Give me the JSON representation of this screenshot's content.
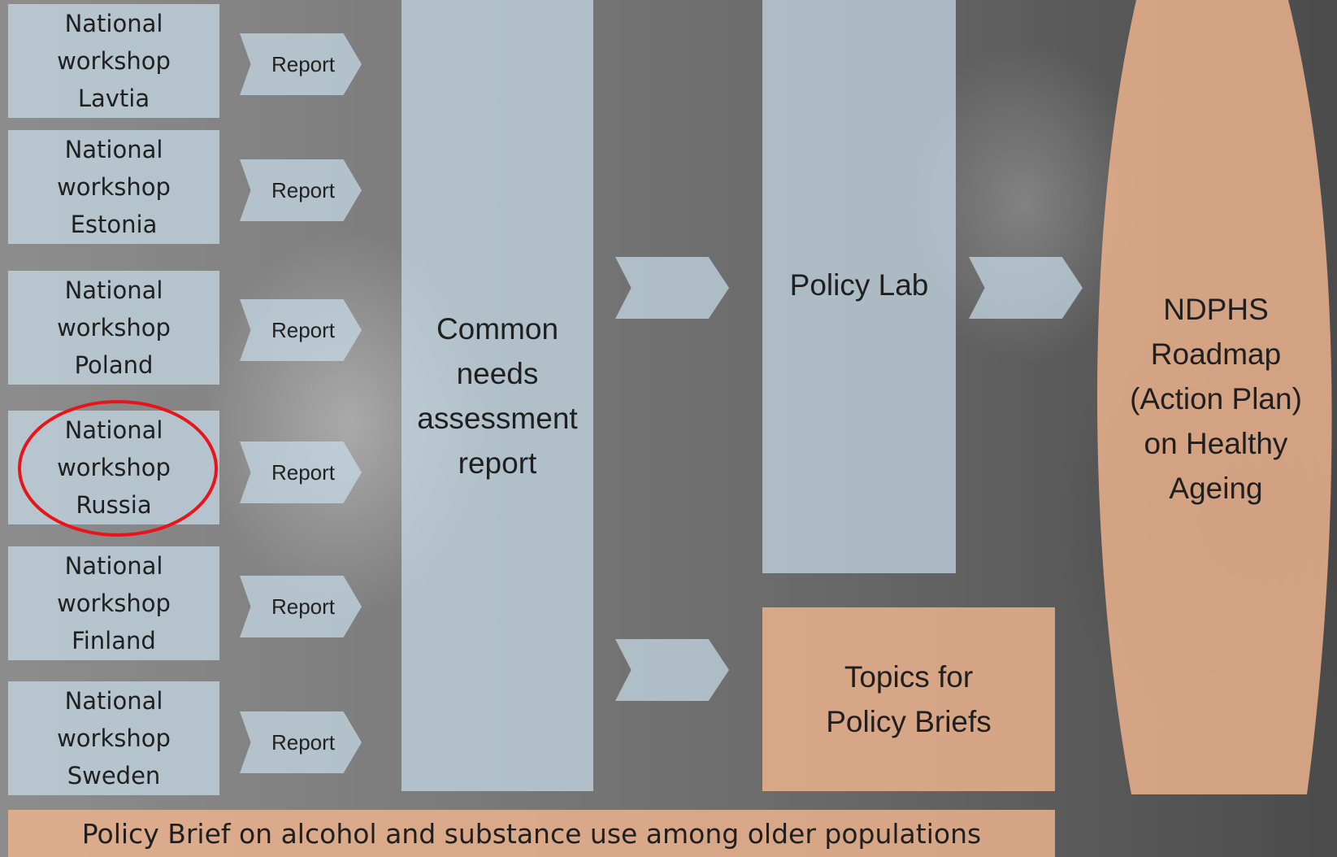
{
  "workshops": [
    {
      "line1": "National",
      "line2": "workshop",
      "line3": "Lavtia",
      "report": "Report"
    },
    {
      "line1": "National",
      "line2": "workshop",
      "line3": "Estonia",
      "report": "Report"
    },
    {
      "line1": "National",
      "line2": "workshop",
      "line3": "Poland",
      "report": "Report"
    },
    {
      "line1": "National",
      "line2": "workshop",
      "line3": "Russia",
      "report": "Report"
    },
    {
      "line1": "National",
      "line2": "workshop",
      "line3": "Finland",
      "report": "Report"
    },
    {
      "line1": "National",
      "line2": "workshop",
      "line3": "Sweden",
      "report": "Report"
    }
  ],
  "common_report": {
    "line1": "Common",
    "line2": "needs",
    "line3": "assessment",
    "line4": "report"
  },
  "policy_lab": "Policy Lab",
  "topics": {
    "line1": "Topics for",
    "line2": "Policy Briefs"
  },
  "roadmap": {
    "line1": "NDPHS",
    "line2": "Roadmap",
    "line3": "(Action Plan)",
    "line4": "on Healthy",
    "line5": "Ageing"
  },
  "footer_banner": "Policy Brief on alcohol and substance use among older populations",
  "colors": {
    "pale_blue": "#c6dbe8",
    "peach": "#eab28c",
    "highlight_circle": "#e8141a"
  }
}
